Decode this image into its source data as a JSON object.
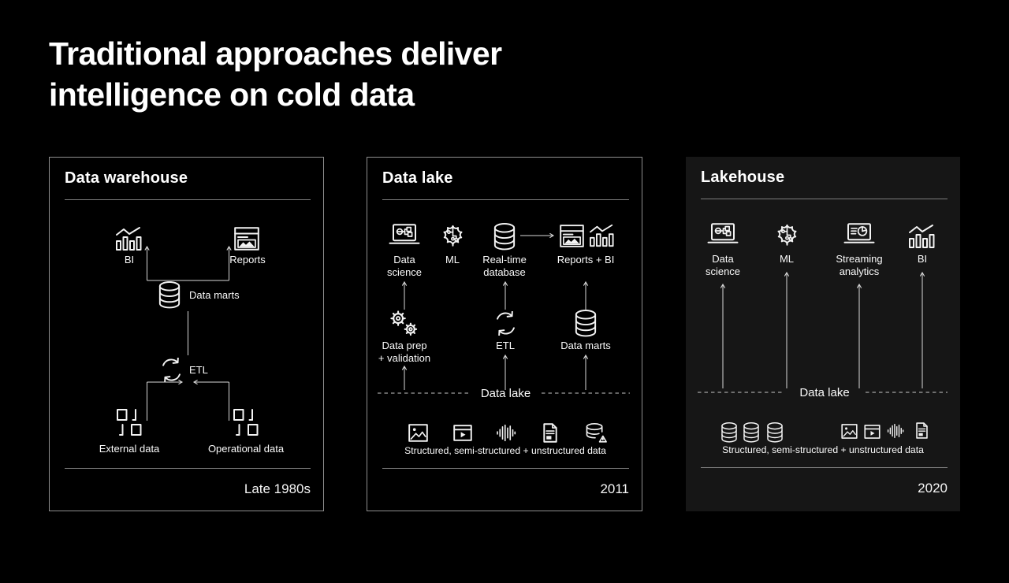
{
  "title": {
    "line1": "Traditional approaches deliver",
    "line2": "intelligence on cold data"
  },
  "colors": {
    "page_bg": "#000000",
    "lakehouse_panel_bg": "#161616",
    "panel_border": "#8f8f8f",
    "line": "#d8d8d8",
    "text": "#ffffff"
  },
  "panels": {
    "warehouse": {
      "title": "Data warehouse",
      "era": "Late 1980s",
      "labels": {
        "bi": "BI",
        "reports": "Reports",
        "data_marts": "Data marts",
        "etl": "ETL",
        "external_data": "External data",
        "operational_data": "Operational data"
      }
    },
    "datalake": {
      "title": "Data lake",
      "era": "2011",
      "labels": {
        "data_science_1": "Data",
        "data_science_2": "science",
        "ml": "ML",
        "realtime_1": "Real-time",
        "realtime_2": "database",
        "reports_bi": "Reports + BI",
        "data_prep_1": "Data prep",
        "data_prep_2": "+ validation",
        "etl": "ETL",
        "data_marts": "Data marts",
        "data_lake": "Data lake",
        "storage": "Structured, semi-structured + unstructured data"
      }
    },
    "lakehouse": {
      "title": "Lakehouse",
      "era": "2020",
      "labels": {
        "data_science_1": "Data",
        "data_science_2": "science",
        "ml": "ML",
        "streaming_1": "Streaming",
        "streaming_2": "analytics",
        "bi": "BI",
        "data_lake": "Data lake",
        "storage": "Structured, semi-structured + unstructured data"
      }
    }
  }
}
